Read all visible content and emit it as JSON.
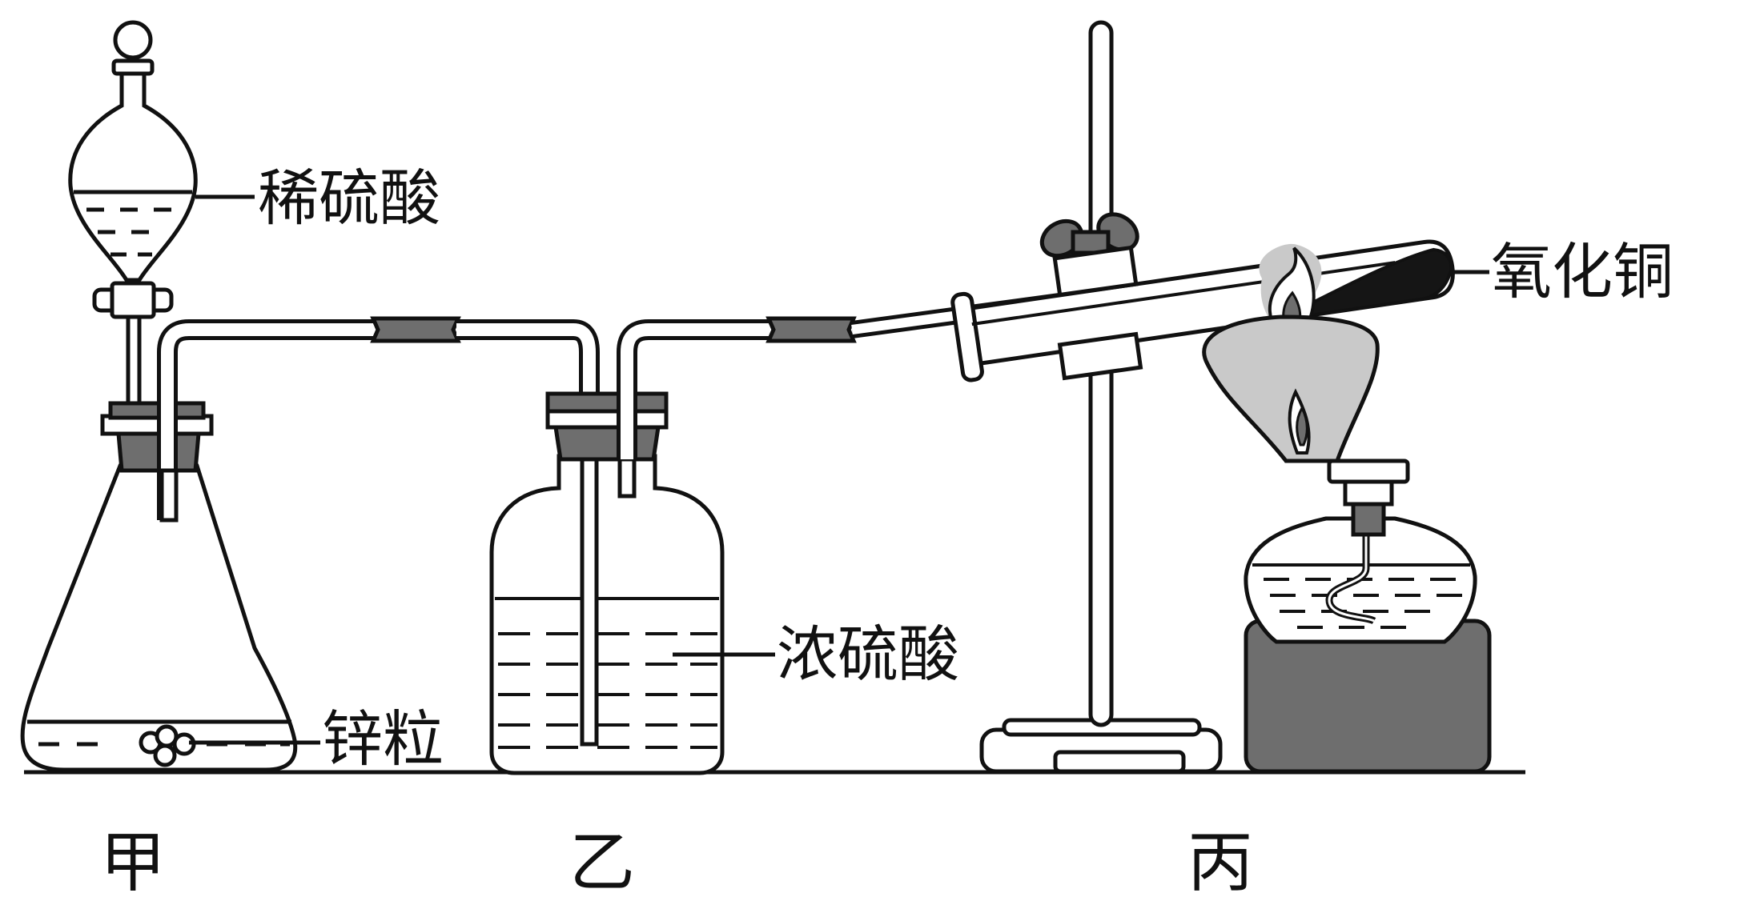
{
  "labels": {
    "dilute_acid": "稀硫酸",
    "zinc": "锌粒",
    "conc_acid": "浓硫酸",
    "copper_oxide": "氧化铜"
  },
  "captions": {
    "a": "甲",
    "b": "乙",
    "c": "丙"
  },
  "colors": {
    "outline": "#111111",
    "stopper": "#6e6e6e",
    "connector": "#6e6e6e",
    "burner_base": "#6e6e6e",
    "flame": "#c9c9c9",
    "copper_oxide": "#151515"
  }
}
